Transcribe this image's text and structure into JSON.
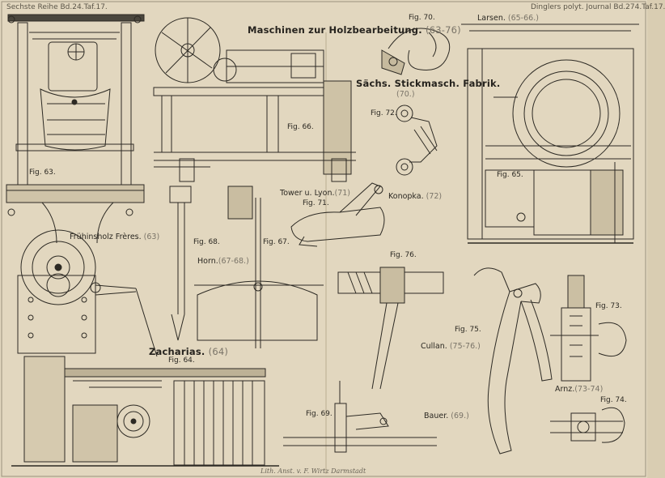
{
  "plate": {
    "header_left": "Sechste Reihe Bd.24.Taf.17.",
    "header_right": "Dinglers polyt. Journal Bd.274.Taf.17.",
    "imprint": "Lith. Anst. v. F. Wirtz Darmstadt",
    "colors": {
      "paper": "#e2d7bf",
      "ink": "#2d2a24",
      "faint_ink": "#7a7468"
    }
  },
  "titles": {
    "maschinen_main": "Maschinen zur Holzbearbeitung.",
    "maschinen_ref": "(63-76)",
    "saechs_main": "Sächs. Stickmasch. Fabrik.",
    "saechs_ref": "(70.)",
    "larsen_main": "Larsen.",
    "larsen_ref": "(65-66.)",
    "tower_main": "Tower u. Lyon.",
    "tower_ref": "(71)",
    "konopka_main": "Konopka.",
    "konopka_ref": "(72)",
    "fruehinsholz_main": "Frühinsholz Frères.",
    "fruehinsholz_ref": "(63)",
    "horn_main": "Horn.",
    "horn_ref": "(67-68.)",
    "zacharias_main": "Zacharias.",
    "zacharias_ref": "(64)",
    "cullan_main": "Cullan.",
    "cullan_ref": "(75-76.)",
    "arnz_main": "Arnz.",
    "arnz_ref": "(73-74)",
    "bauer_main": "Bauer.",
    "bauer_ref": "(69.)"
  },
  "figures": {
    "fig63": "Fig. 63.",
    "fig64": "Fig. 64.",
    "fig65": "Fig. 65.",
    "fig66": "Fig. 66.",
    "fig67": "Fig. 67.",
    "fig68": "Fig. 68.",
    "fig69": "Fig. 69.",
    "fig70": "Fig. 70.",
    "fig71": "Fig. 71.",
    "fig72": "Fig. 72.",
    "fig73": "Fig. 73.",
    "fig74": "Fig. 74.",
    "fig75": "Fig. 75.",
    "fig76": "Fig. 76."
  }
}
